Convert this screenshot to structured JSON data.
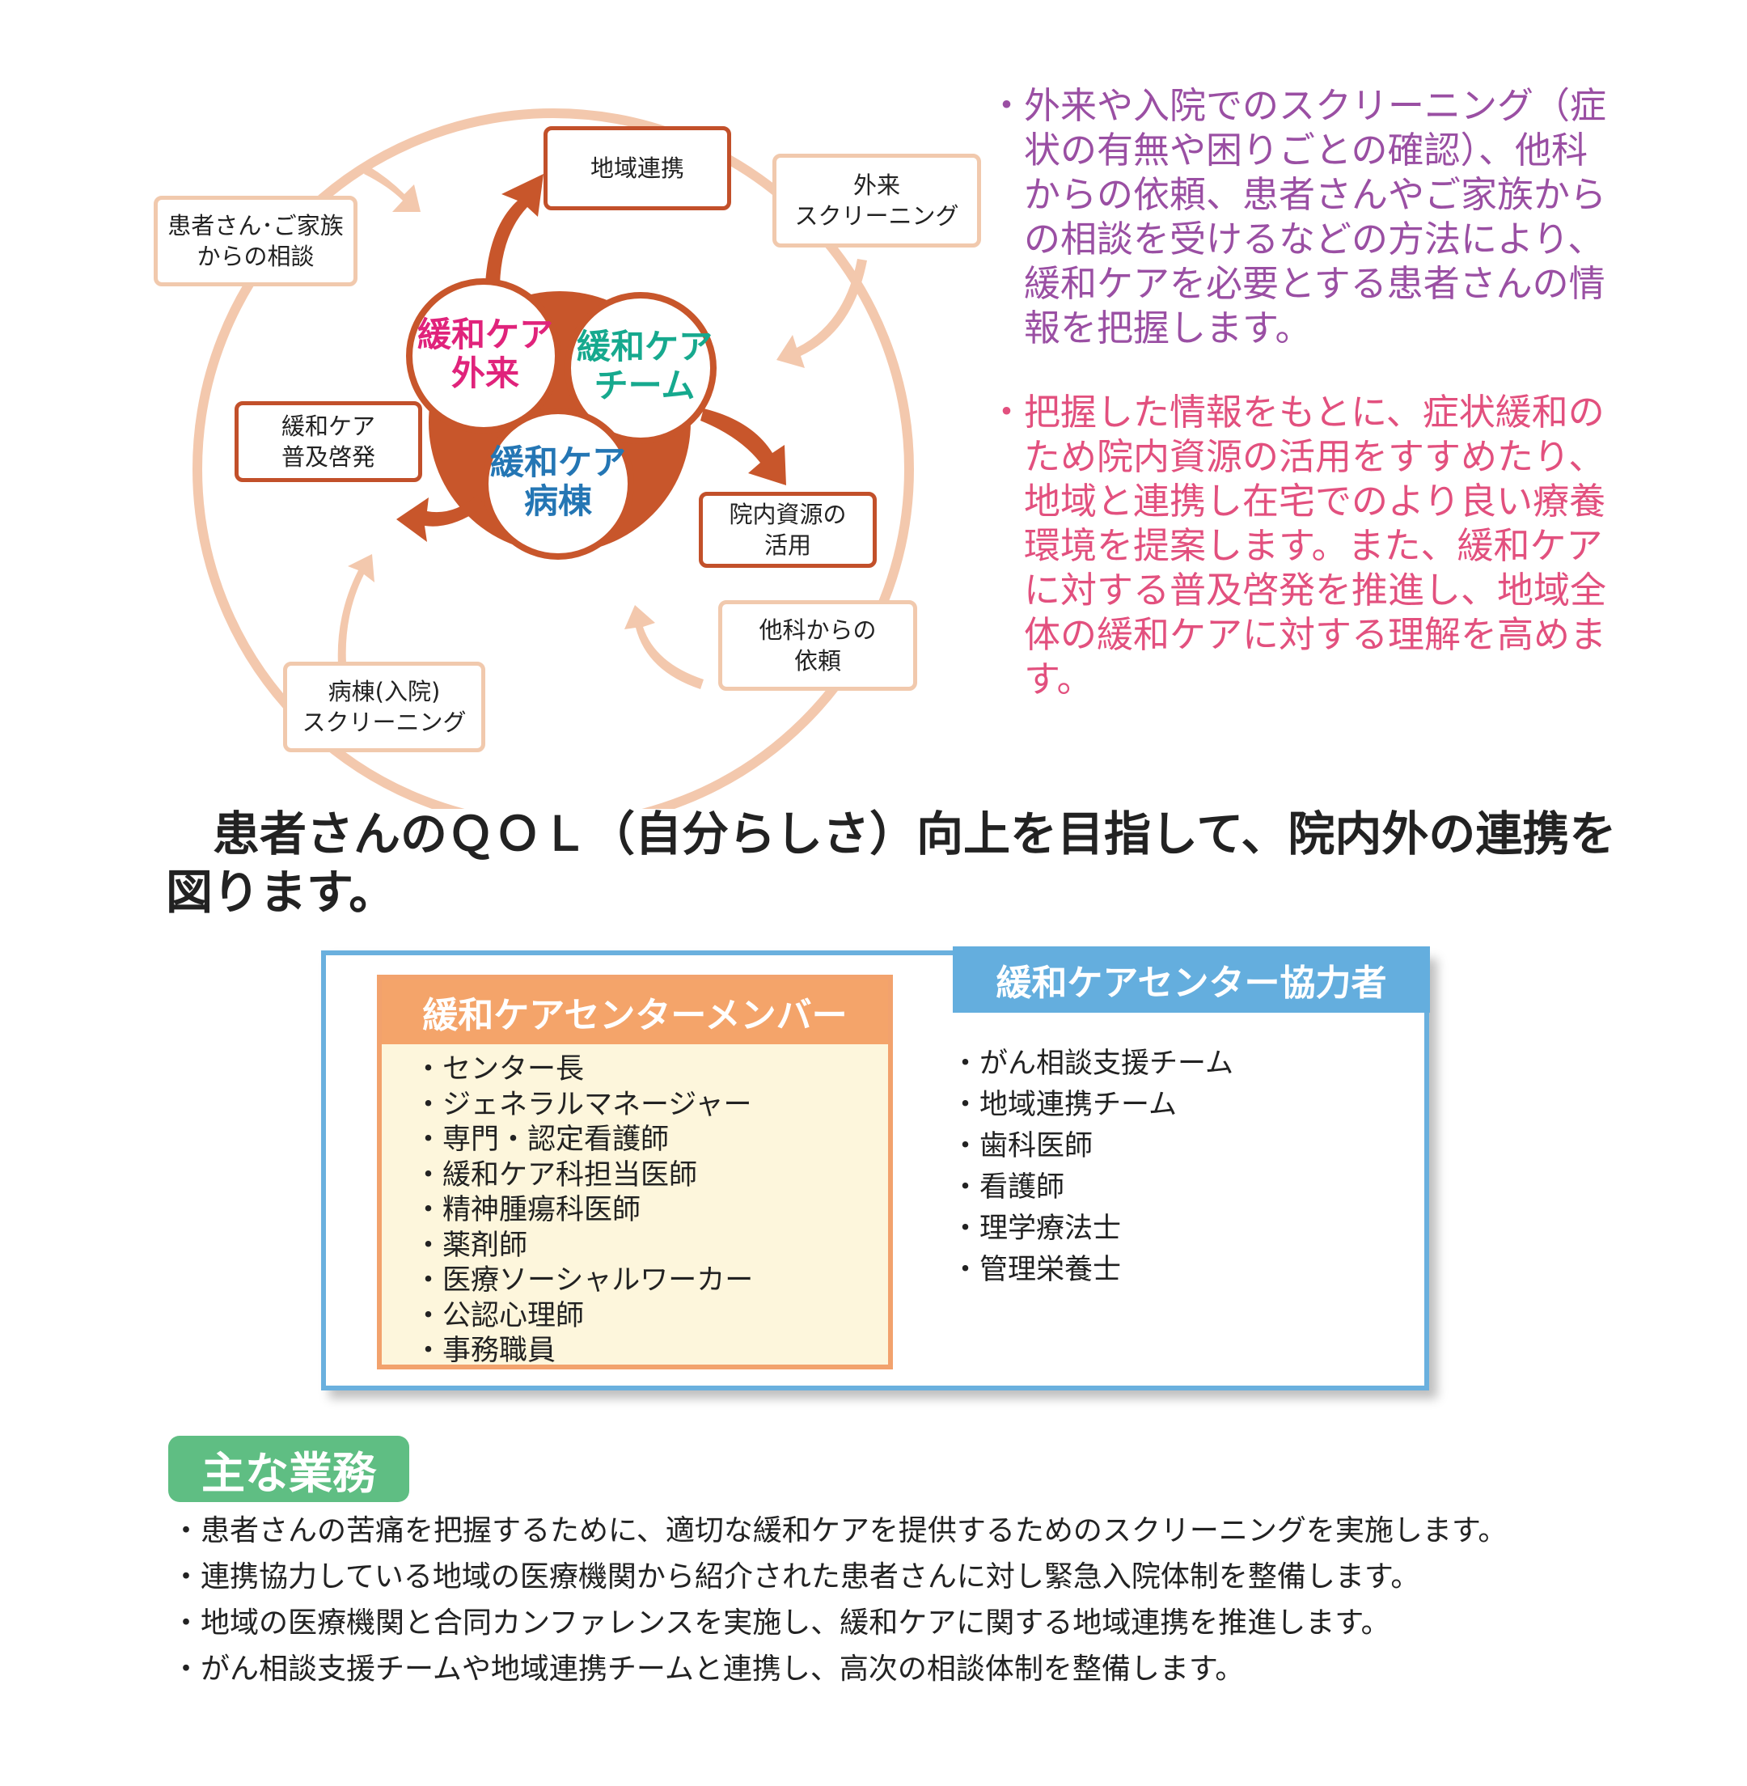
{
  "diagram": {
    "hubs": {
      "outpatient": "緩和ケア\n外来",
      "team": "緩和ケア\nチーム",
      "ward": "緩和ケア\n病棟"
    },
    "nodes": {
      "regional": "地域連携",
      "outpatient_screening": "外来\nスクリーニング",
      "family_consult": "患者さん･ご家族\nからの相談",
      "outreach": "緩和ケア\n普及啓発",
      "resources": "院内資源の\n活用",
      "other_dept": "他科からの\n依頼",
      "ward_screening": "病棟(入院)\nスクリーニング"
    },
    "colors": {
      "ring": "#f3c8ad",
      "hub_fill": "#c8562b",
      "outpatient_text": "#e0237b",
      "team_text": "#16a98e",
      "ward_text": "#2476b4"
    }
  },
  "descriptions": {
    "bullet": "・",
    "first": "外来や入院でのスクリーニング（症状の有無や困りごとの確認）、他科からの依頼、患者さんやご家族からの相談を受けるなどの方法により、緩和ケアを必要とする患者さんの情報を把握します。",
    "first_color": "#9a4fa3",
    "second": "把握した情報をもとに、症状緩和のため院内資源の活用をすすめたり、地域と連携し在宅でのより良い療養環境を提案します。また、緩和ケアに対する普及啓発を推進し、地域全体の緩和ケアに対する理解を高めます。",
    "second_color": "#e2507e"
  },
  "lead": "　患者さんのＱＯＬ（自分らしさ）向上を目指して、院内外の連携を図ります。",
  "members": {
    "title": "緩和ケアセンターメンバー",
    "items": [
      "・センター長",
      "・ジェネラルマネージャー",
      "・専門・認定看護師",
      "・緩和ケア科担当医師",
      "・精神腫瘍科医師",
      "・薬剤師",
      "・医療ソーシャルワーカー",
      "・公認心理師",
      "・事務職員"
    ]
  },
  "cooperators": {
    "title": "緩和ケアセンター協力者",
    "items": [
      "・がん相談支援チーム",
      "・地域連携チーム",
      "・歯科医師",
      "・看護師",
      "・理学療法士",
      "・管理栄養士"
    ]
  },
  "tasks": {
    "title": "主な業務",
    "items": [
      "・患者さんの苦痛を把握するために、適切な緩和ケアを提供するためのスクリーニングを実施します。",
      "・連携協力している地域の医療機関から紹介された患者さんに対し緊急入院体制を整備します。",
      "・地域の医療機関と合同カンファレンスを実施し、緩和ケアに関する地域連携を推進します。",
      "・がん相談支援チームや地域連携チームと連携し、高次の相談体制を整備します。"
    ]
  }
}
